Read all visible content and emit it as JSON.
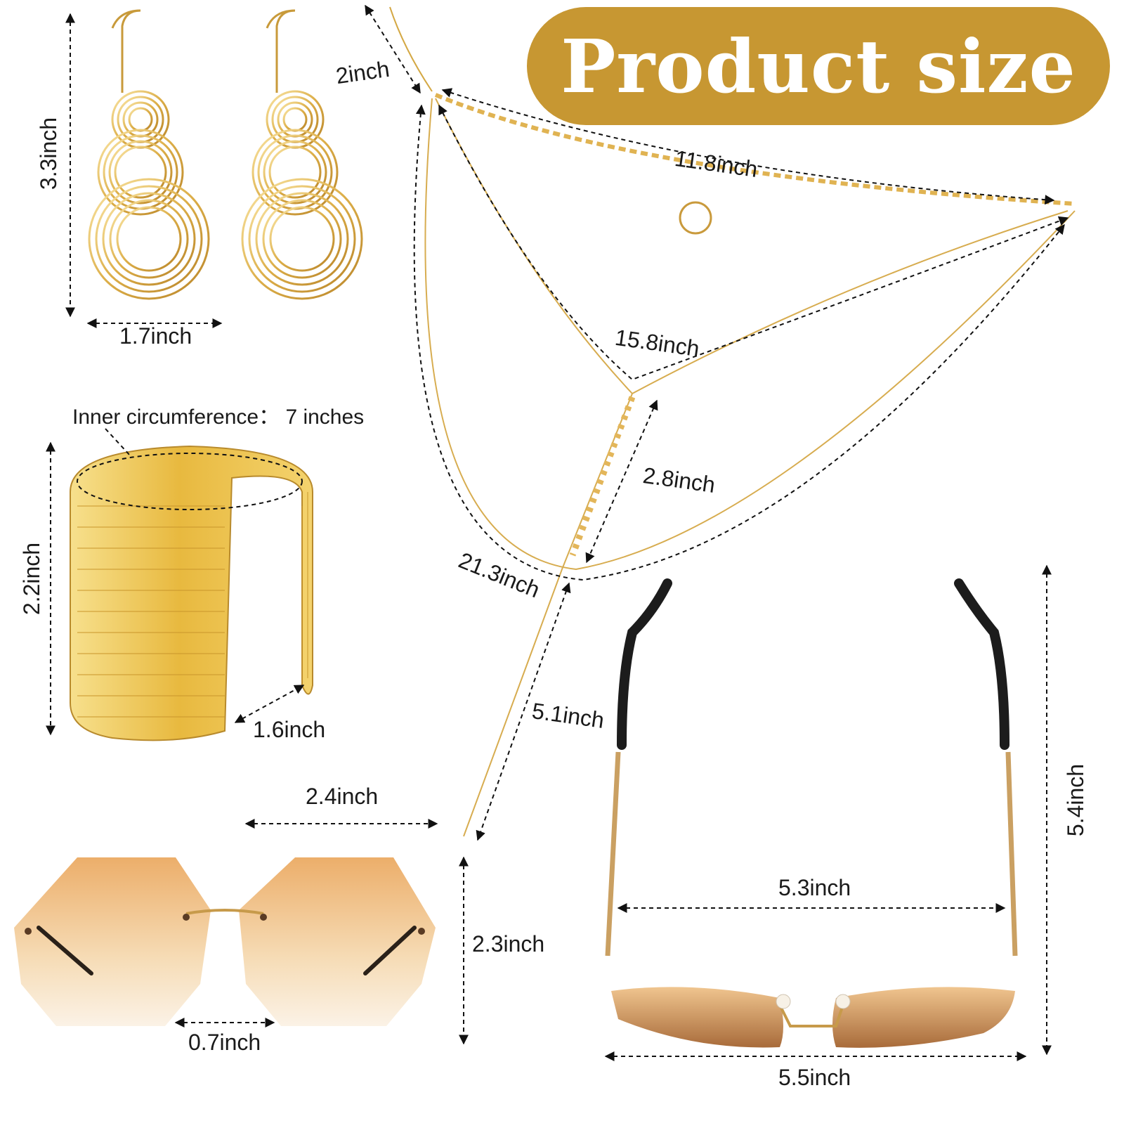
{
  "banner": {
    "title": "Product size",
    "color": "#c79732"
  },
  "earrings": {
    "height": "3.3inch",
    "width": "1.7inch"
  },
  "body_chain": {
    "top_clasp": "2inch",
    "top_strand": "11.8inch",
    "middle_strand": "15.8inch",
    "drop_upper": "2.8inch",
    "outer_strand": "21.3inch",
    "drop_lower": "5.1inch"
  },
  "cuff_bracelet": {
    "inner_circumference": "Inner circumference： 7 inches",
    "height": "2.2inch",
    "opening": "1.6inch"
  },
  "sunglasses_front": {
    "lens_width": "2.4inch",
    "lens_height": "2.3inch",
    "bridge": "0.7inch"
  },
  "sunglasses_top": {
    "temple_length": "5.4inch",
    "inner_width": "5.3inch",
    "frame_width": "5.5inch"
  },
  "colors": {
    "gold": "#d9ad45",
    "gold_light": "#f1d27a",
    "lens": "#f2c98f",
    "temple_tip": "#1c1c1c"
  }
}
